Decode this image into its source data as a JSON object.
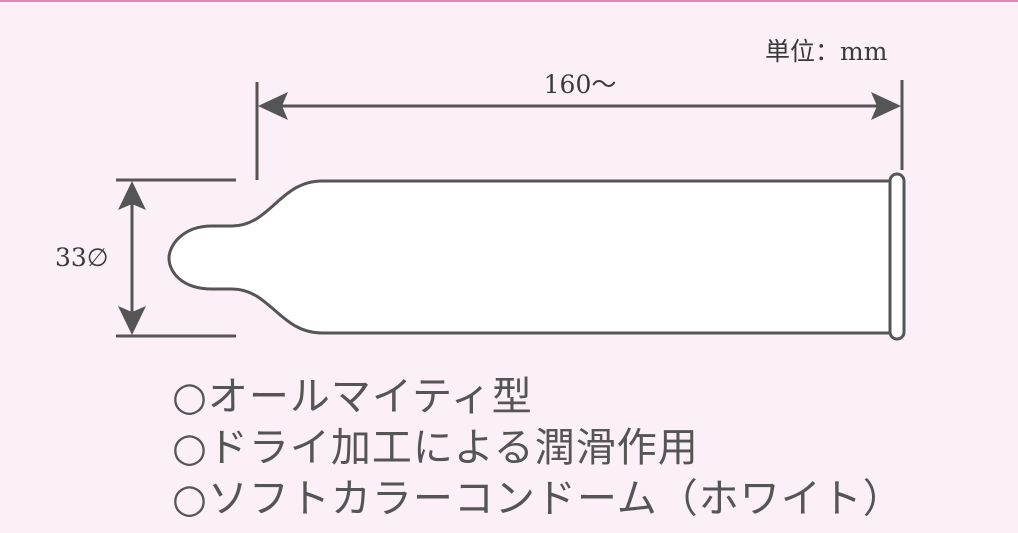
{
  "unit_label": "単位：mm",
  "dimensions": {
    "length_label": "160〜",
    "diameter_label": "33∅"
  },
  "features": [
    "○オールマイティ型",
    "○ドライ加工による潤滑作用",
    "○ソフトカラーコンドーム（ホワイト）"
  ],
  "colors": {
    "background": "#fcf0f8",
    "line": "#555555",
    "border": "#d98ab6"
  }
}
